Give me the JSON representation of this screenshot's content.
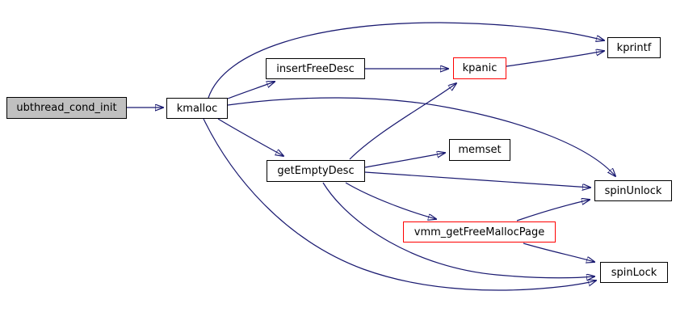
{
  "diagram": {
    "type": "call-graph",
    "root_function": "ubthread_cond_init",
    "colors": {
      "background": "#ffffff",
      "edge": "#191970",
      "node_border": "#000000",
      "node_fill": "#ffffff",
      "root_node_fill": "#c0c0c0",
      "highlight_border": "#ff0000",
      "text": "#000000"
    },
    "nodes": [
      {
        "id": "ubthread_cond_init",
        "label": "ubthread_cond_init",
        "style": "root"
      },
      {
        "id": "kmalloc",
        "label": "kmalloc",
        "style": "normal"
      },
      {
        "id": "insertFreeDesc",
        "label": "insertFreeDesc",
        "style": "normal"
      },
      {
        "id": "kpanic",
        "label": "kpanic",
        "style": "highlight"
      },
      {
        "id": "kprintf",
        "label": "kprintf",
        "style": "normal"
      },
      {
        "id": "getEmptyDesc",
        "label": "getEmptyDesc",
        "style": "normal"
      },
      {
        "id": "memset",
        "label": "memset",
        "style": "normal"
      },
      {
        "id": "spinUnlock",
        "label": "spinUnlock",
        "style": "normal"
      },
      {
        "id": "vmm_getFreeMallocPage",
        "label": "vmm_getFreeMallocPage",
        "style": "highlight"
      },
      {
        "id": "spinLock",
        "label": "spinLock",
        "style": "normal"
      }
    ],
    "edges": [
      {
        "from": "ubthread_cond_init",
        "to": "kmalloc"
      },
      {
        "from": "kmalloc",
        "to": "insertFreeDesc"
      },
      {
        "from": "kmalloc",
        "to": "kprintf"
      },
      {
        "from": "kmalloc",
        "to": "getEmptyDesc"
      },
      {
        "from": "kmalloc",
        "to": "spinUnlock"
      },
      {
        "from": "kmalloc",
        "to": "spinLock"
      },
      {
        "from": "insertFreeDesc",
        "to": "kpanic"
      },
      {
        "from": "kpanic",
        "to": "kprintf"
      },
      {
        "from": "getEmptyDesc",
        "to": "kpanic"
      },
      {
        "from": "getEmptyDesc",
        "to": "memset"
      },
      {
        "from": "getEmptyDesc",
        "to": "spinUnlock"
      },
      {
        "from": "getEmptyDesc",
        "to": "vmm_getFreeMallocPage"
      },
      {
        "from": "getEmptyDesc",
        "to": "spinLock"
      },
      {
        "from": "vmm_getFreeMallocPage",
        "to": "spinUnlock"
      },
      {
        "from": "vmm_getFreeMallocPage",
        "to": "spinLock"
      }
    ]
  }
}
